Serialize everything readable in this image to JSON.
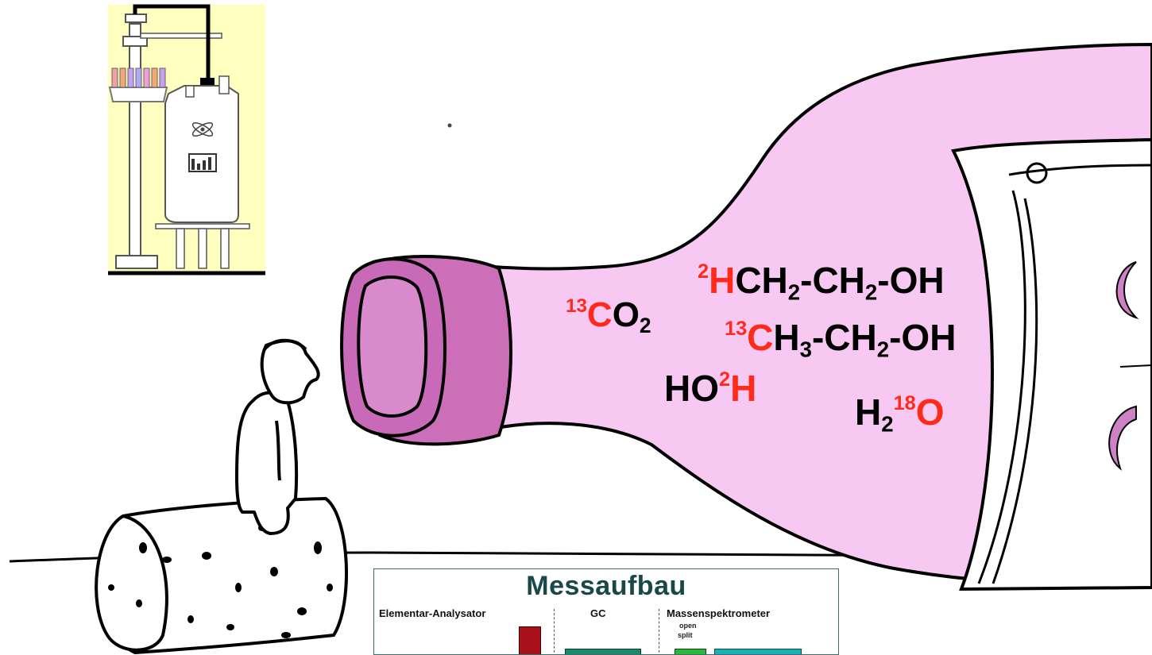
{
  "formulas": {
    "co2": {
      "isotope": "13",
      "element": "C",
      "rest": "O",
      "subscript": "2"
    },
    "deuterated_ethanol": {
      "isotope": "2",
      "element": "H",
      "p1": "CH",
      "s1": "2",
      "p2": "-CH",
      "s2": "2",
      "p3": "-OH"
    },
    "carbon13_ethanol": {
      "isotope": "13",
      "element": "C",
      "p1": "H",
      "s1": "3",
      "p2": "-CH",
      "s2": "2",
      "p3": "-OH"
    },
    "deuterated_water": {
      "prefix": "HO",
      "isotope": "2",
      "element": "H"
    },
    "oxygen18_water": {
      "prefix": "H",
      "subscript": "2",
      "isotope": "18",
      "element": "O"
    }
  },
  "panel": {
    "title": "Messaufbau",
    "labels": {
      "elemental_analyzer": "Elementar-Analysator",
      "gc": "GC",
      "mass_spectrometer": "Massenspektrometer"
    },
    "small_text": {
      "line1": "open",
      "line2": "split"
    }
  },
  "colors": {
    "bottle_pink": "#f6c8f2",
    "bottle_neck_dark": "#cc6fb8",
    "isotope_red": "#ff2a1a",
    "nmr_background": "#ffffc0",
    "panel_title": "#184848"
  },
  "icons": {
    "nmr_spectrometer": "nmr-spectrometer-illustration",
    "atom": "atom-icon",
    "man": "man-figure",
    "cork": "cork-illustration",
    "bottle": "wine-bottle-illustration"
  }
}
